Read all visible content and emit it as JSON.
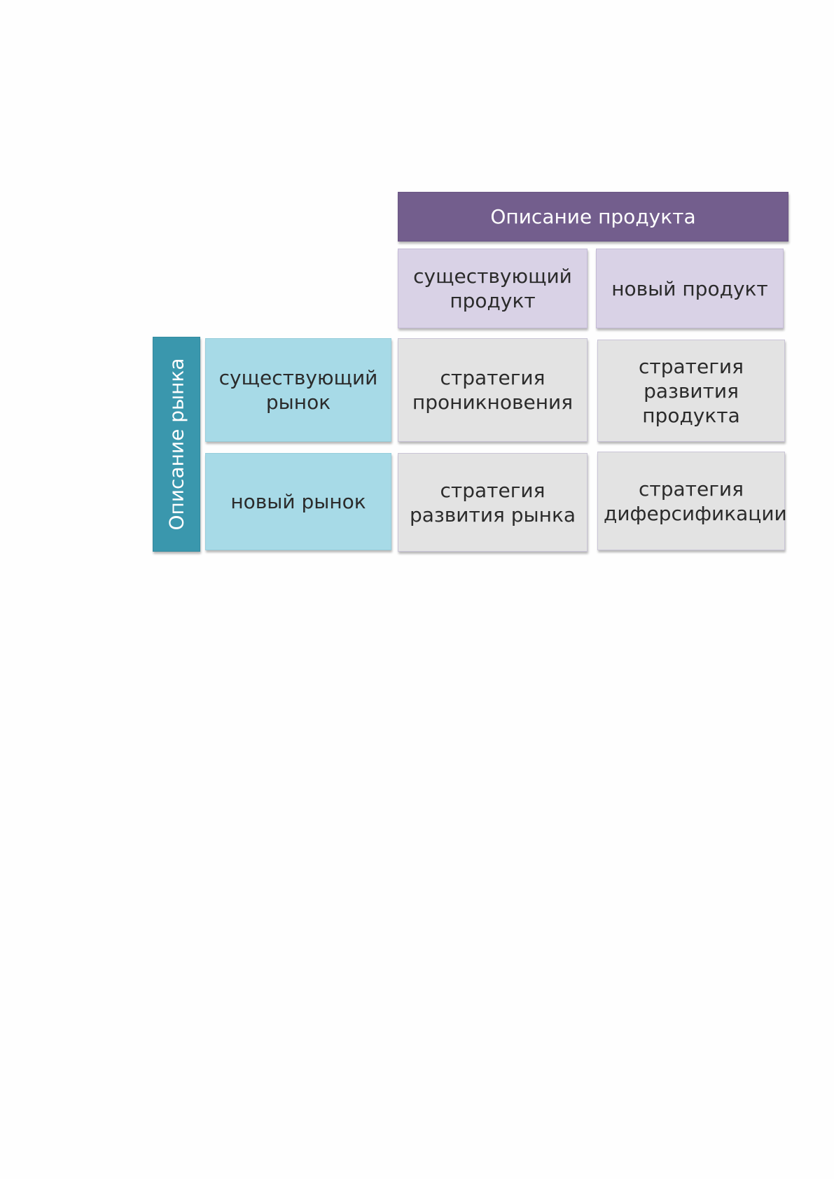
{
  "product_header": "Описание продукта",
  "market_header": "Описание рынка",
  "columns": [
    "существующий продукт",
    "новый продукт"
  ],
  "rows": [
    "существующий рынок",
    "новый рынок"
  ],
  "cells": [
    [
      "стратегия проникновения",
      "стратегия развития продукта"
    ],
    [
      "стратегия развития рынка",
      "стратегия диферсификации"
    ]
  ],
  "colors": {
    "product_header": "#735e8d",
    "column_header": "#d9d2e6",
    "market_header": "#3a97ad",
    "row_header": "#a7dae7",
    "cell": "#e3e3e3"
  }
}
